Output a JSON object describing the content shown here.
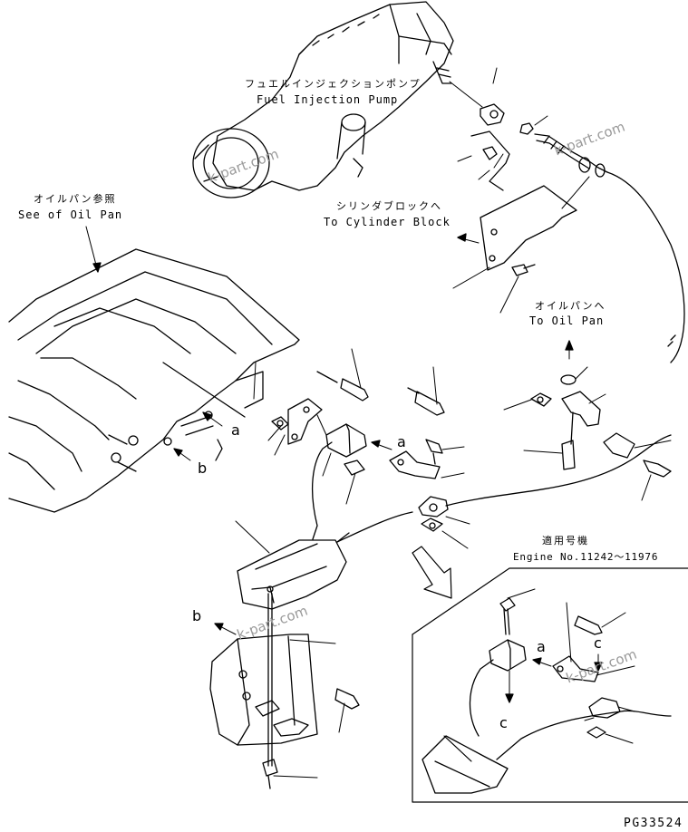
{
  "labels": {
    "fuel_pump_jp": "フュエルインジェクションポンプ",
    "fuel_pump_en": "Fuel Injection Pump",
    "oil_pan_ref_jp": "オイルパン参照",
    "oil_pan_ref_en": "See of Oil Pan",
    "cyl_block_jp": "シリンダブロックへ",
    "cyl_block_en": "To Cylinder Block",
    "oil_pan_to_jp": "オイルパンへ",
    "oil_pan_to_en": "To Oil Pan",
    "applicable_jp": "適用号機",
    "engine_no": "Engine No.11242～11976",
    "ref_a": "a",
    "ref_b": "b",
    "ref_c": "c",
    "drawing_code": "PG33524"
  },
  "watermark": "k-part.com",
  "colors": {
    "line": "#000000",
    "watermark": "#9a9a9a",
    "background": "#ffffff"
  }
}
